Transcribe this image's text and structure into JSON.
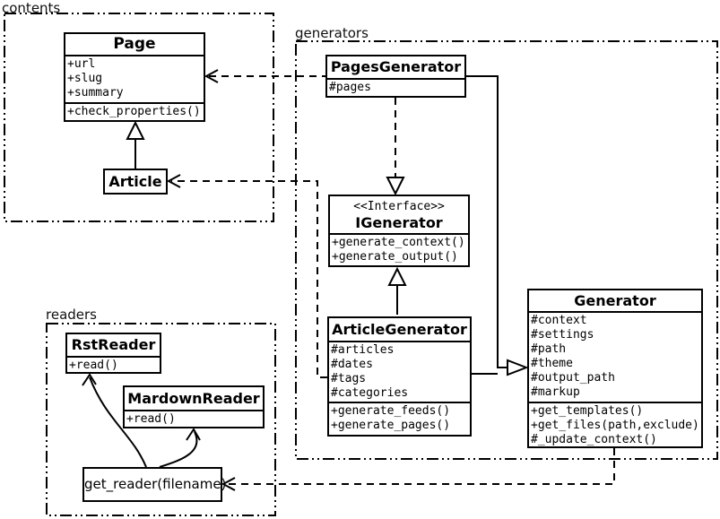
{
  "packages": {
    "contents": "contents",
    "generators": "generators",
    "readers": "readers"
  },
  "classes": {
    "page": {
      "name": "Page",
      "attrs": [
        "+url",
        "+slug",
        "+summary"
      ],
      "methods": [
        "+check_properties()"
      ]
    },
    "article": {
      "name": "Article"
    },
    "pagesGenerator": {
      "name": "PagesGenerator",
      "attrs": [
        "#pages"
      ]
    },
    "iGenerator": {
      "stereotype": "<<Interface>>",
      "name": "IGenerator",
      "methods": [
        "+generate_context()",
        "+generate_output()"
      ]
    },
    "articleGenerator": {
      "name": "ArticleGenerator",
      "attrs": [
        "#articles",
        "#dates",
        "#tags",
        "#categories"
      ],
      "methods": [
        "+generate_feeds()",
        "+generate_pages()"
      ]
    },
    "generator": {
      "name": "Generator",
      "attrs": [
        "#context",
        "#settings",
        "#path",
        "#theme",
        "#output_path",
        "#markup"
      ],
      "methods": [
        "+get_templates()",
        "+get_files(path,exclude)",
        "#_update_context()"
      ]
    },
    "rstReader": {
      "name": "RstReader",
      "methods": [
        "+read()"
      ]
    },
    "mardownReader": {
      "name": "MardownReader",
      "methods": [
        "+read()"
      ]
    },
    "getReader": {
      "name": "get_reader(filename)"
    }
  },
  "colors": {
    "line": "#000000",
    "background": "#ffffff",
    "text": "#000000"
  }
}
